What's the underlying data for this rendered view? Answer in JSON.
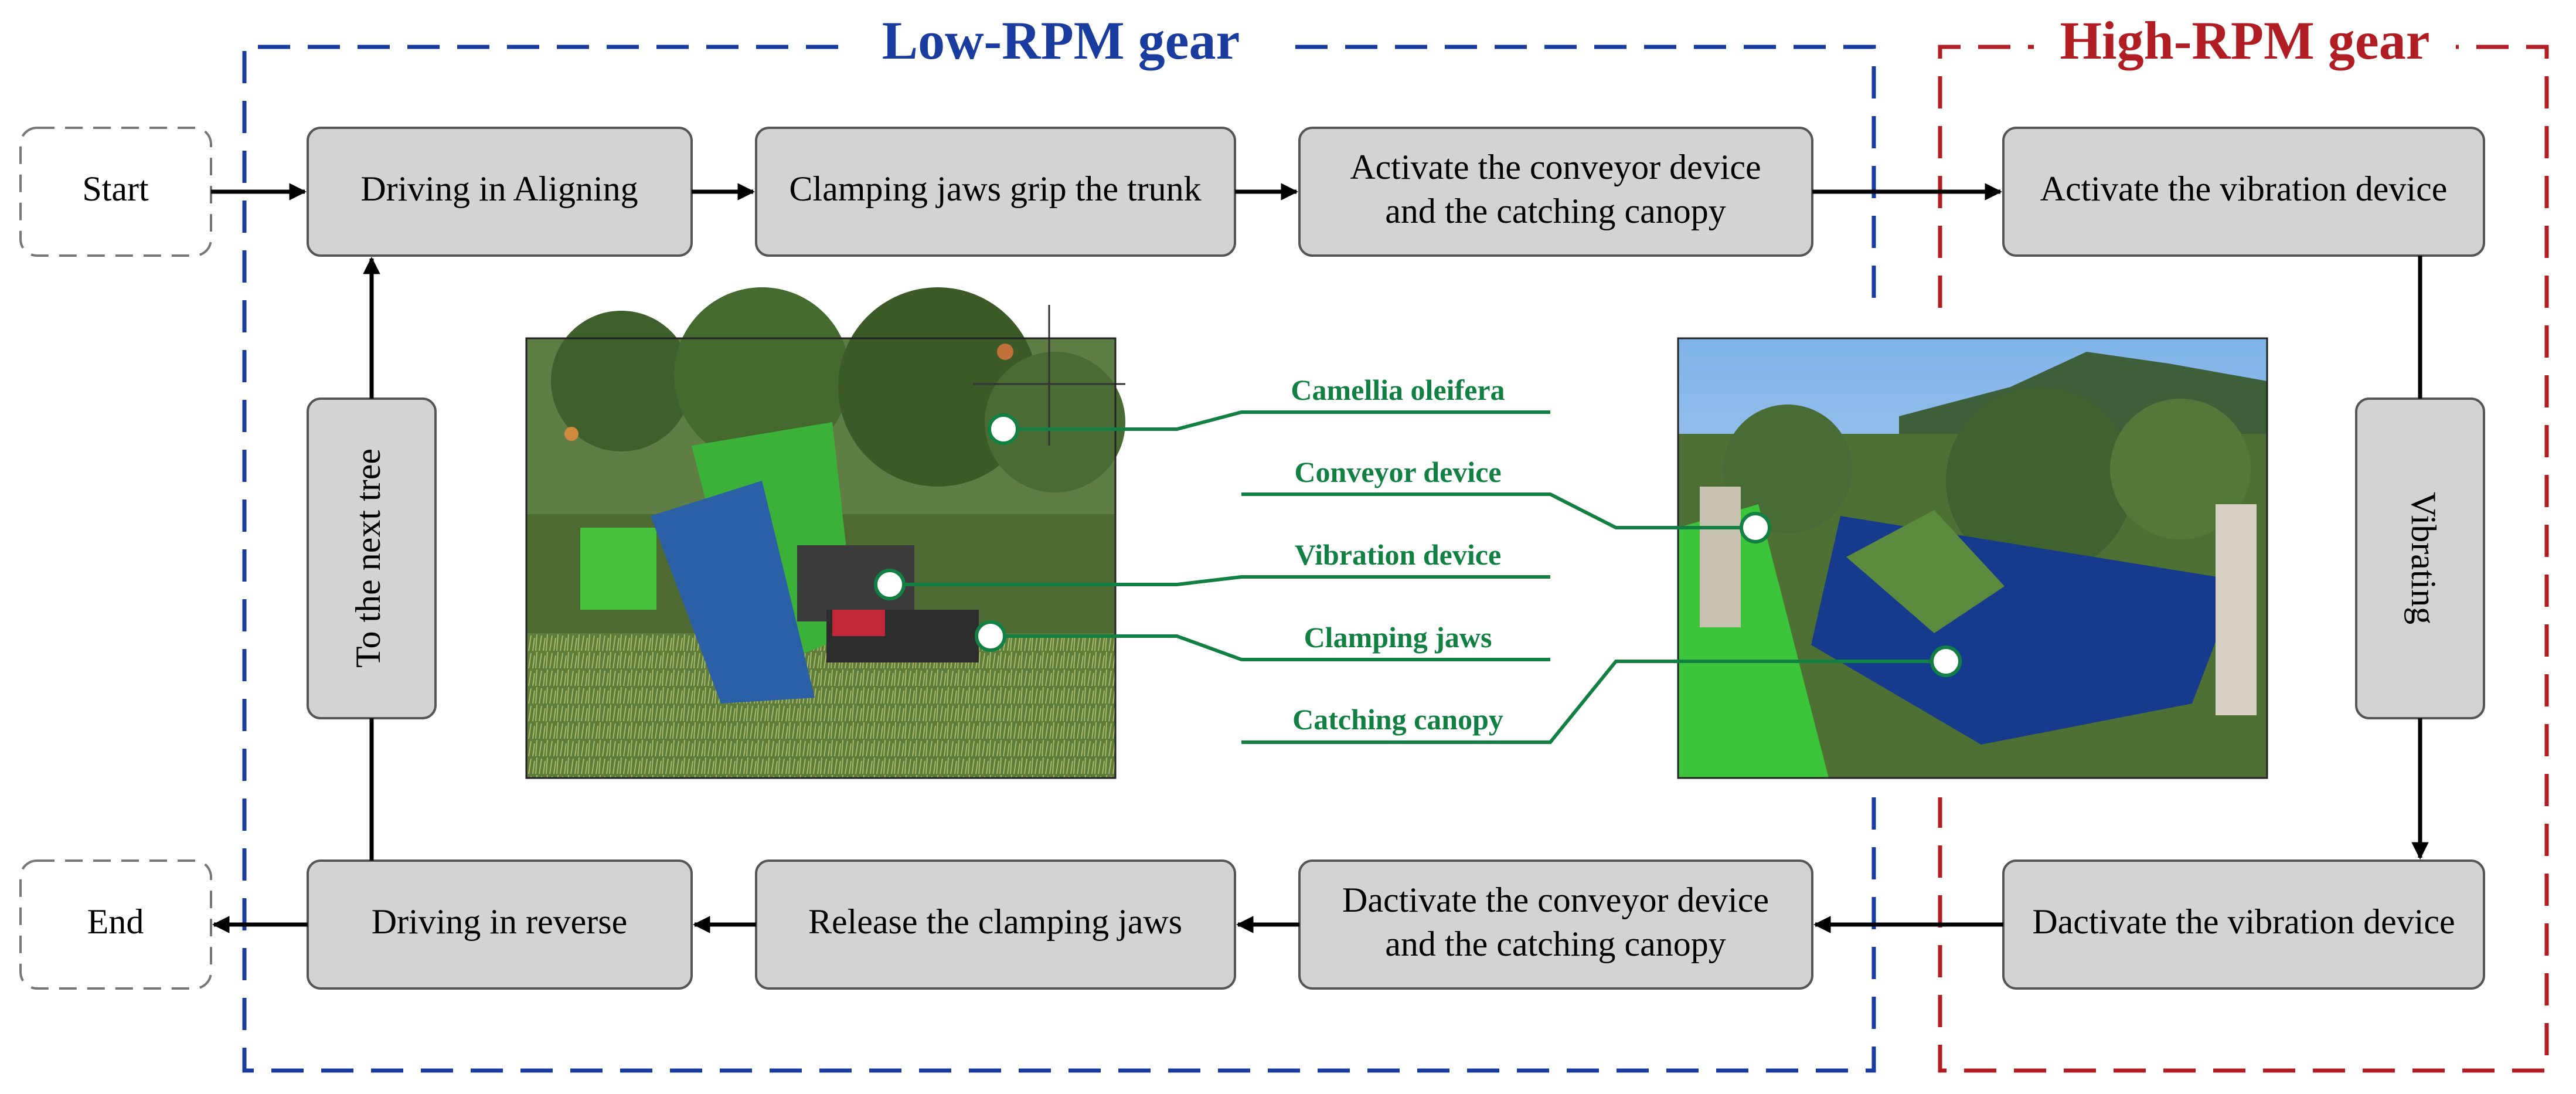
{
  "groups": {
    "low": {
      "label": "Low-RPM gear",
      "color": "#1a3c9e"
    },
    "high": {
      "label": "High-RPM gear",
      "color": "#b01e24"
    }
  },
  "terminals": {
    "start": "Start",
    "end": "End"
  },
  "steps": {
    "driving_aligning": "Driving in Aligning",
    "clamp_grip": "Clamping jaws grip the trunk",
    "activate_conveyor": [
      "Activate the conveyor device",
      "and the catching canopy"
    ],
    "activate_vibration": "Activate the vibration device",
    "vibrating": "Vibrating",
    "deactivate_vibration": "Dactivate the vibration device",
    "deactivate_conveyor": [
      "Dactivate the conveyor device",
      "and the catching canopy"
    ],
    "release_jaws": "Release the clamping jaws",
    "driving_reverse": "Driving in reverse",
    "next_tree": "To the next tree"
  },
  "callouts": {
    "color": "#138043",
    "labels": [
      "Camellia oleifera",
      "Conveyor device",
      "Vibration device",
      "Clamping jaws",
      "Catching canopy"
    ]
  },
  "colors": {
    "box_fill": "#d3d3d3",
    "box_stroke": "#555555",
    "arrow": "#000000"
  }
}
